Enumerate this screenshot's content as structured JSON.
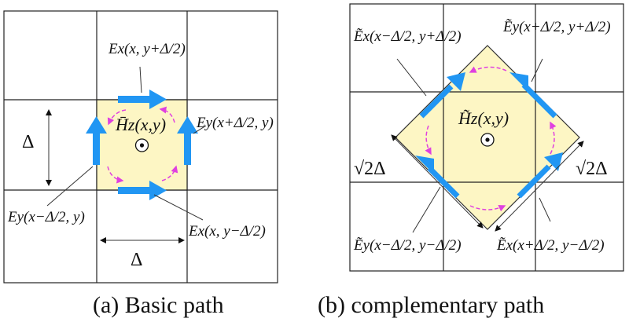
{
  "panel_a": {
    "caption": "(a) Basic path",
    "center_label": "H̄z(x,y)",
    "delta_v": "Δ",
    "delta_h": "Δ",
    "e_top": "Ex(x, y+Δ/2)",
    "e_right": "Ey(x+Δ/2, y)",
    "e_left": "Ey(x−Δ/2, y)",
    "e_bottom": "Ex(x, y−Δ/2)"
  },
  "panel_b": {
    "caption": "(b) complementary path",
    "center_label": "H̃z(x,y)",
    "sqrt_left": "√2Δ",
    "sqrt_right": "√2Δ",
    "e_top_left": "Ẽx(x−Δ/2, y+Δ/2)",
    "e_top_right": "Ẽy(x+Δ/2, y+Δ/2)",
    "e_bottom_left": "Ẽy(x−Δ/2, y−Δ/2)",
    "e_bottom_right": "Ẽx(x+Δ/2, y−Δ/2)"
  },
  "colors": {
    "arrow": "#2196f3",
    "circulation": "#e040e0",
    "fill": "#fdf6c4"
  }
}
